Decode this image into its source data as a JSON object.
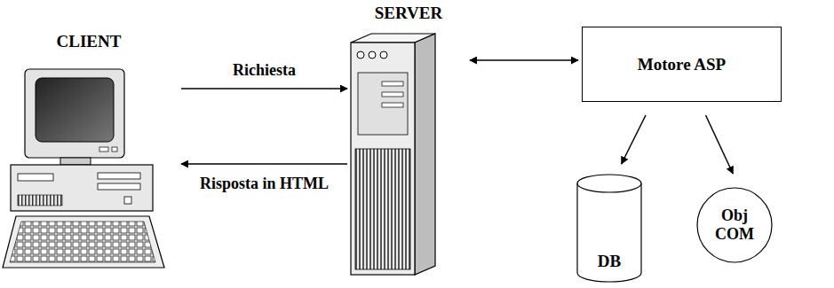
{
  "diagram": {
    "nodes": [
      {
        "text": [
          "CLIENT"
        ]
      },
      {
        "text": [
          "SERVER"
        ]
      },
      {
        "text": [
          "Motore ASP"
        ]
      },
      {
        "text": [
          "DB"
        ]
      },
      {
        "text": [
          "Obj COM"
        ]
      }
    ],
    "edges": [
      {
        "from": 0,
        "to": 1,
        "label": "Richiesta",
        "arrow": "to"
      },
      {
        "from": 1,
        "to": 0,
        "label": "Risposta in HTML",
        "arrow": "to"
      },
      {
        "from": 1,
        "to": 2,
        "arrow": "both"
      },
      {
        "from": 2,
        "to": 3,
        "arrow": "to"
      },
      {
        "from": 2,
        "to": 4,
        "arrow": "to"
      }
    ]
  }
}
